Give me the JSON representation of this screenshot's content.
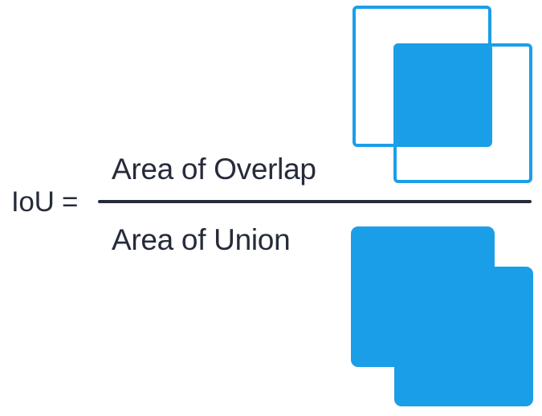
{
  "colors": {
    "accent": "#1B9EE8",
    "ink": "#262B3B",
    "background": "#FFFFFF"
  },
  "formula": {
    "lhs": "IoU =",
    "numerator": "Area of Overlap",
    "denominator": "Area of Union"
  }
}
